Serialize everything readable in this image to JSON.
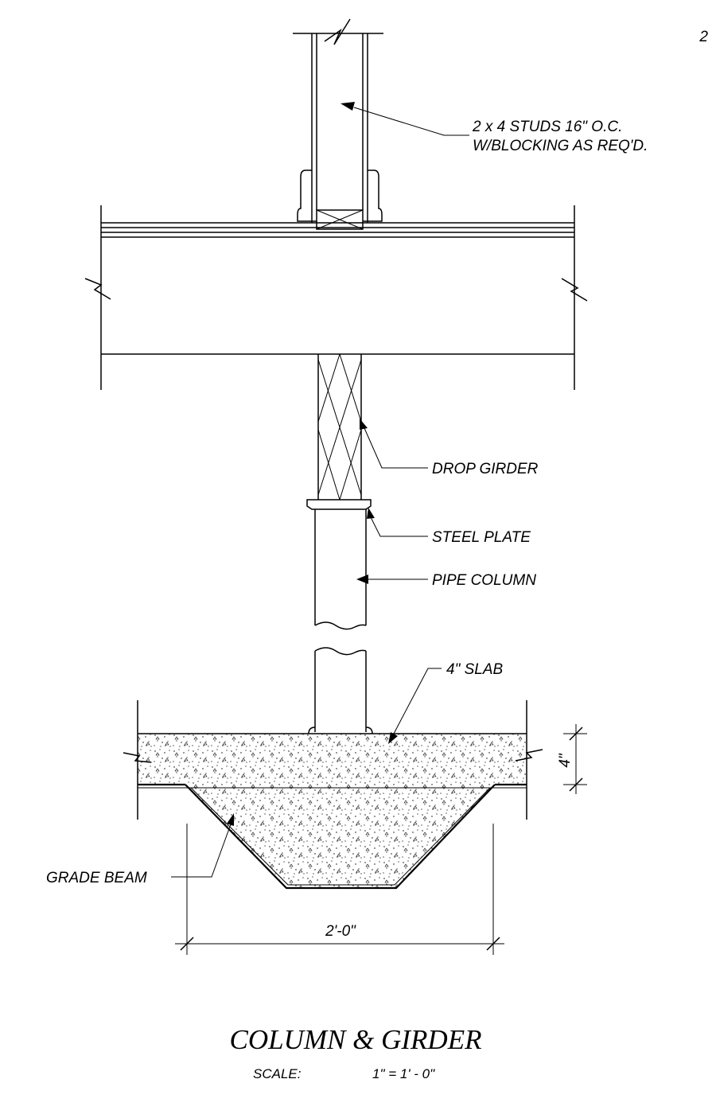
{
  "sheet": {
    "page_number": "2",
    "title": "COLUMN & GIRDER",
    "scale_label": "SCALE:",
    "scale_value": "1\" = 1' - 0\""
  },
  "labels": {
    "studs_line1": "2 x 4 STUDS 16\" O.C.",
    "studs_line2": "W/BLOCKING AS REQ'D.",
    "drop_girder": "DROP GIRDER",
    "steel_plate": "STEEL PLATE",
    "pipe_column": "PIPE COLUMN",
    "slab": "4\" SLAB",
    "grade_beam": "GRADE BEAM"
  },
  "dimensions": {
    "slab_thickness": "4\"",
    "footing_width": "2'-0\""
  },
  "colors": {
    "ink": "#000000",
    "background": "#ffffff"
  }
}
